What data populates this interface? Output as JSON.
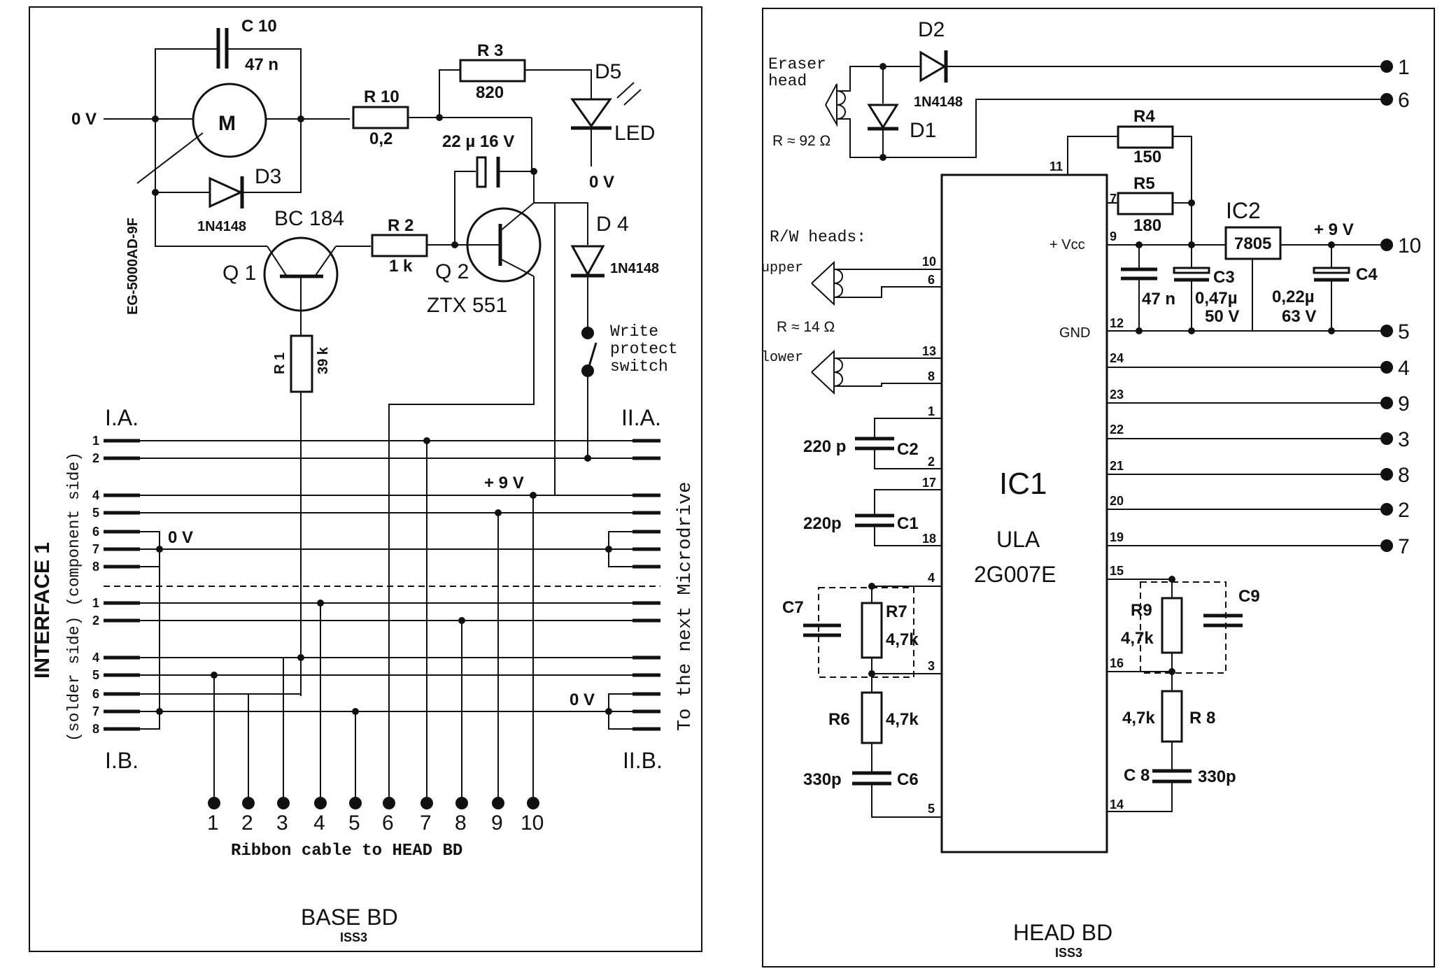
{
  "base_board": {
    "title": "BASE BD",
    "issue": "ISS3",
    "ribbon_caption": "Ribbon cable to HEAD BD",
    "ribbon_pins": [
      "1",
      "2",
      "3",
      "4",
      "5",
      "6",
      "7",
      "8",
      "9",
      "10"
    ],
    "interface_label": "INTERFACE 1",
    "interface_sides": "(solder side) (component side)",
    "next_label": "To the next Microdrive",
    "connector_ia": "I.A.",
    "connector_ib": "I.B.",
    "connector_iia": "II.A.",
    "connector_iib": "II.B.",
    "edge_pins": [
      "1",
      "2",
      "4",
      "5",
      "6",
      "7",
      "8"
    ],
    "rail_0v_1": "0 V",
    "rail_0v_2": "0 V",
    "rail_0v_3": "0 V",
    "rail_0v_4": "0 V",
    "rail_9v": "+ 9 V",
    "motor_symbol": "M",
    "motor_part": "EG-5000AD-9F",
    "c10_name": "C 10",
    "c10_value": "47 n",
    "r10_name": "R 10",
    "r10_value": "0,2",
    "r3_name": "R 3",
    "r3_value": "820",
    "d5_name": "D5",
    "d5_type": "LED",
    "d3_name": "D3",
    "d3_type": "1N4148",
    "q1_type": "BC 184",
    "q1_name": "Q 1",
    "r2_name": "R 2",
    "r2_value": "1 k",
    "q2_name": "Q 2",
    "q2_type": "ZTX 551",
    "cap_value": "22 µ  16 V",
    "d4_name": "D 4",
    "d4_type": "1N4148",
    "r1_name": "R 1",
    "r1_value": "39 k",
    "switch_label_1": "Write",
    "switch_label_2": "protect",
    "switch_label_3": "switch"
  },
  "head_board": {
    "title": "HEAD BD",
    "issue": "ISS3",
    "eraser_label_1": "Eraser",
    "eraser_label_2": "head",
    "eraser_r": "R ≈ 92 Ω",
    "d2_name": "D2",
    "d2_type": "1N4148",
    "d1_name": "D1",
    "r4_name": "R4",
    "r4_value": "150",
    "r5_name": "R5",
    "r5_value": "180",
    "ic2_name": "IC2",
    "ic2_type": "7805",
    "rail_9v": "+ 9 V",
    "rw_heads": "R/W heads:",
    "upper": "upper",
    "lower": "lower",
    "rw_r": "R ≈ 14 Ω",
    "vcc": "+ Vcc",
    "gnd": "GND",
    "cap_47n": "47 n",
    "c3_name": "C3",
    "c3_value_1": "0,47µ",
    "c3_value_2": "50 V",
    "c4_name": "C4",
    "c4_value_1": "0,22µ",
    "c4_value_2": "63 V",
    "ic1_name": "IC1",
    "ic1_line2": "ULA",
    "ic1_line3": "2G007E",
    "c2_name": "C2",
    "c2_value": "220 p",
    "c1_name": "C1",
    "c1_value": "220p",
    "c7_name": "C7",
    "r7_name": "R7",
    "r7_value": "4,7k",
    "r6_name": "R6",
    "r6_value": "4,7k",
    "c6_name": "C6",
    "c6_value": "330p",
    "c9_name": "C9",
    "r9_name": "R9",
    "r9_value": "4,7k",
    "r8_name": "R 8",
    "r8_value": "4,7k",
    "c8_name": "C 8",
    "c8_value": "330p",
    "ic1_pins": {
      "p11": "11",
      "p7": "7",
      "p9": "9",
      "p10": "10",
      "p6": "6",
      "p12": "12",
      "p13": "13",
      "p8": "8",
      "p1": "1",
      "p2": "2",
      "p17": "17",
      "p18": "18",
      "p4": "4",
      "p3": "3",
      "p5": "5",
      "p24": "24",
      "p23": "23",
      "p22": "22",
      "p21": "21",
      "p20": "20",
      "p19": "19",
      "p15": "15",
      "p16": "16",
      "p14": "14"
    },
    "terminals": [
      "1",
      "6",
      "10",
      "5",
      "4",
      "9",
      "3",
      "8",
      "2",
      "7"
    ]
  }
}
